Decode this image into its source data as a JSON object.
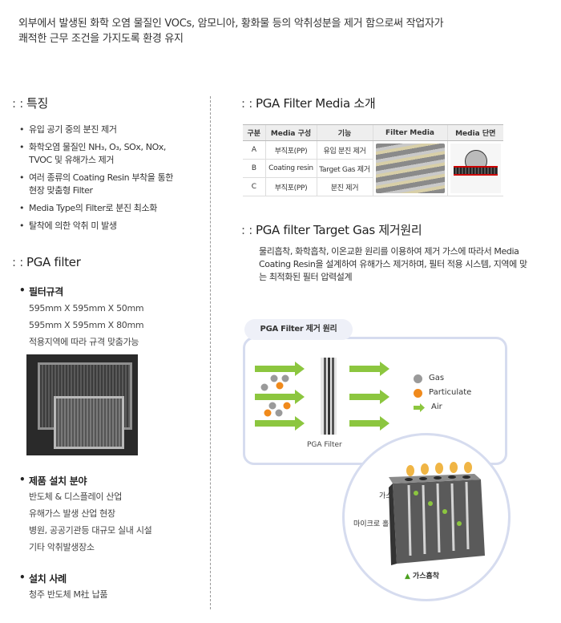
{
  "intro": {
    "line1": "외부에서 발생된 화학 오염 물질인 VOCs, 암모니아, 황화물 등의 악취성분을 제거 함으로써 작업자가",
    "line2": "쾌적한 근무 조건을 가지도록  환경 유지"
  },
  "features": {
    "prefix": ": :",
    "title": "특징",
    "items": [
      "유입 공기 중의 분진 제거",
      "화학오염 물질인 NH₃, O₃, SOx, NOx,\nTVOC 및 유해가스 제거",
      "여러 종류의 Coating Resin 부착을 통한\n현장 맞춤형 Filter",
      "Media Type의 Filter로 분진 최소화",
      "탈착에 의한 악취 미 발생"
    ]
  },
  "pga_filter": {
    "prefix": ": :",
    "title": "PGA filter",
    "spec_head": "필터규격",
    "specs": [
      "595mm X 595mm X 50mm",
      "595mm X 595mm X 80mm",
      "적용지역에 따라 규격 맞춤가능"
    ],
    "install_head": "제품 설치 분야",
    "installs": [
      "반도체 & 디스플레이 산업",
      "유해가스 발생 산업 현장",
      "병원, 공공기관등 대규모 실내 시설",
      "기타 악취발생장소"
    ],
    "case_head": "설치 사례",
    "cases": [
      "청주 반도체 M社 납품"
    ]
  },
  "media_intro": {
    "prefix": ": :",
    "title": "PGA Filter Media 소개",
    "headers": [
      "구분",
      "Media 구성",
      "기능",
      "Filter Media",
      "Media 단면"
    ],
    "rows": [
      [
        "A",
        "부직포(PP)",
        "유입 분진 제거"
      ],
      [
        "B",
        "Coating resin",
        "Target Gas 제거"
      ],
      [
        "C",
        "부직포(PP)",
        "분진 제거"
      ]
    ]
  },
  "principle": {
    "prefix": ": :",
    "title": "PGA filter Target Gas 제거원리",
    "para": "물리흡착, 화학흡착, 이온교환 원리를 이용하여 제거 가스에 따라서 Media Coating Resin을 설계하여 유해가스 제거하며, 필터 적용 시스템, 지역에 맞는 최적화된 필터 압력설계"
  },
  "diagram": {
    "tab": "PGA Filter 제거 원리",
    "filter_label": "PGA Filter",
    "legend": [
      {
        "label": "Gas",
        "color": "#9a9a9a"
      },
      {
        "label": "Particulate",
        "color": "#f08a1c"
      },
      {
        "label": "Air",
        "color": "#8cc63f"
      }
    ],
    "zoom_gas_label": "가스",
    "zoom_hole_label": "마이크로 홀",
    "caption": "가스흡착"
  }
}
